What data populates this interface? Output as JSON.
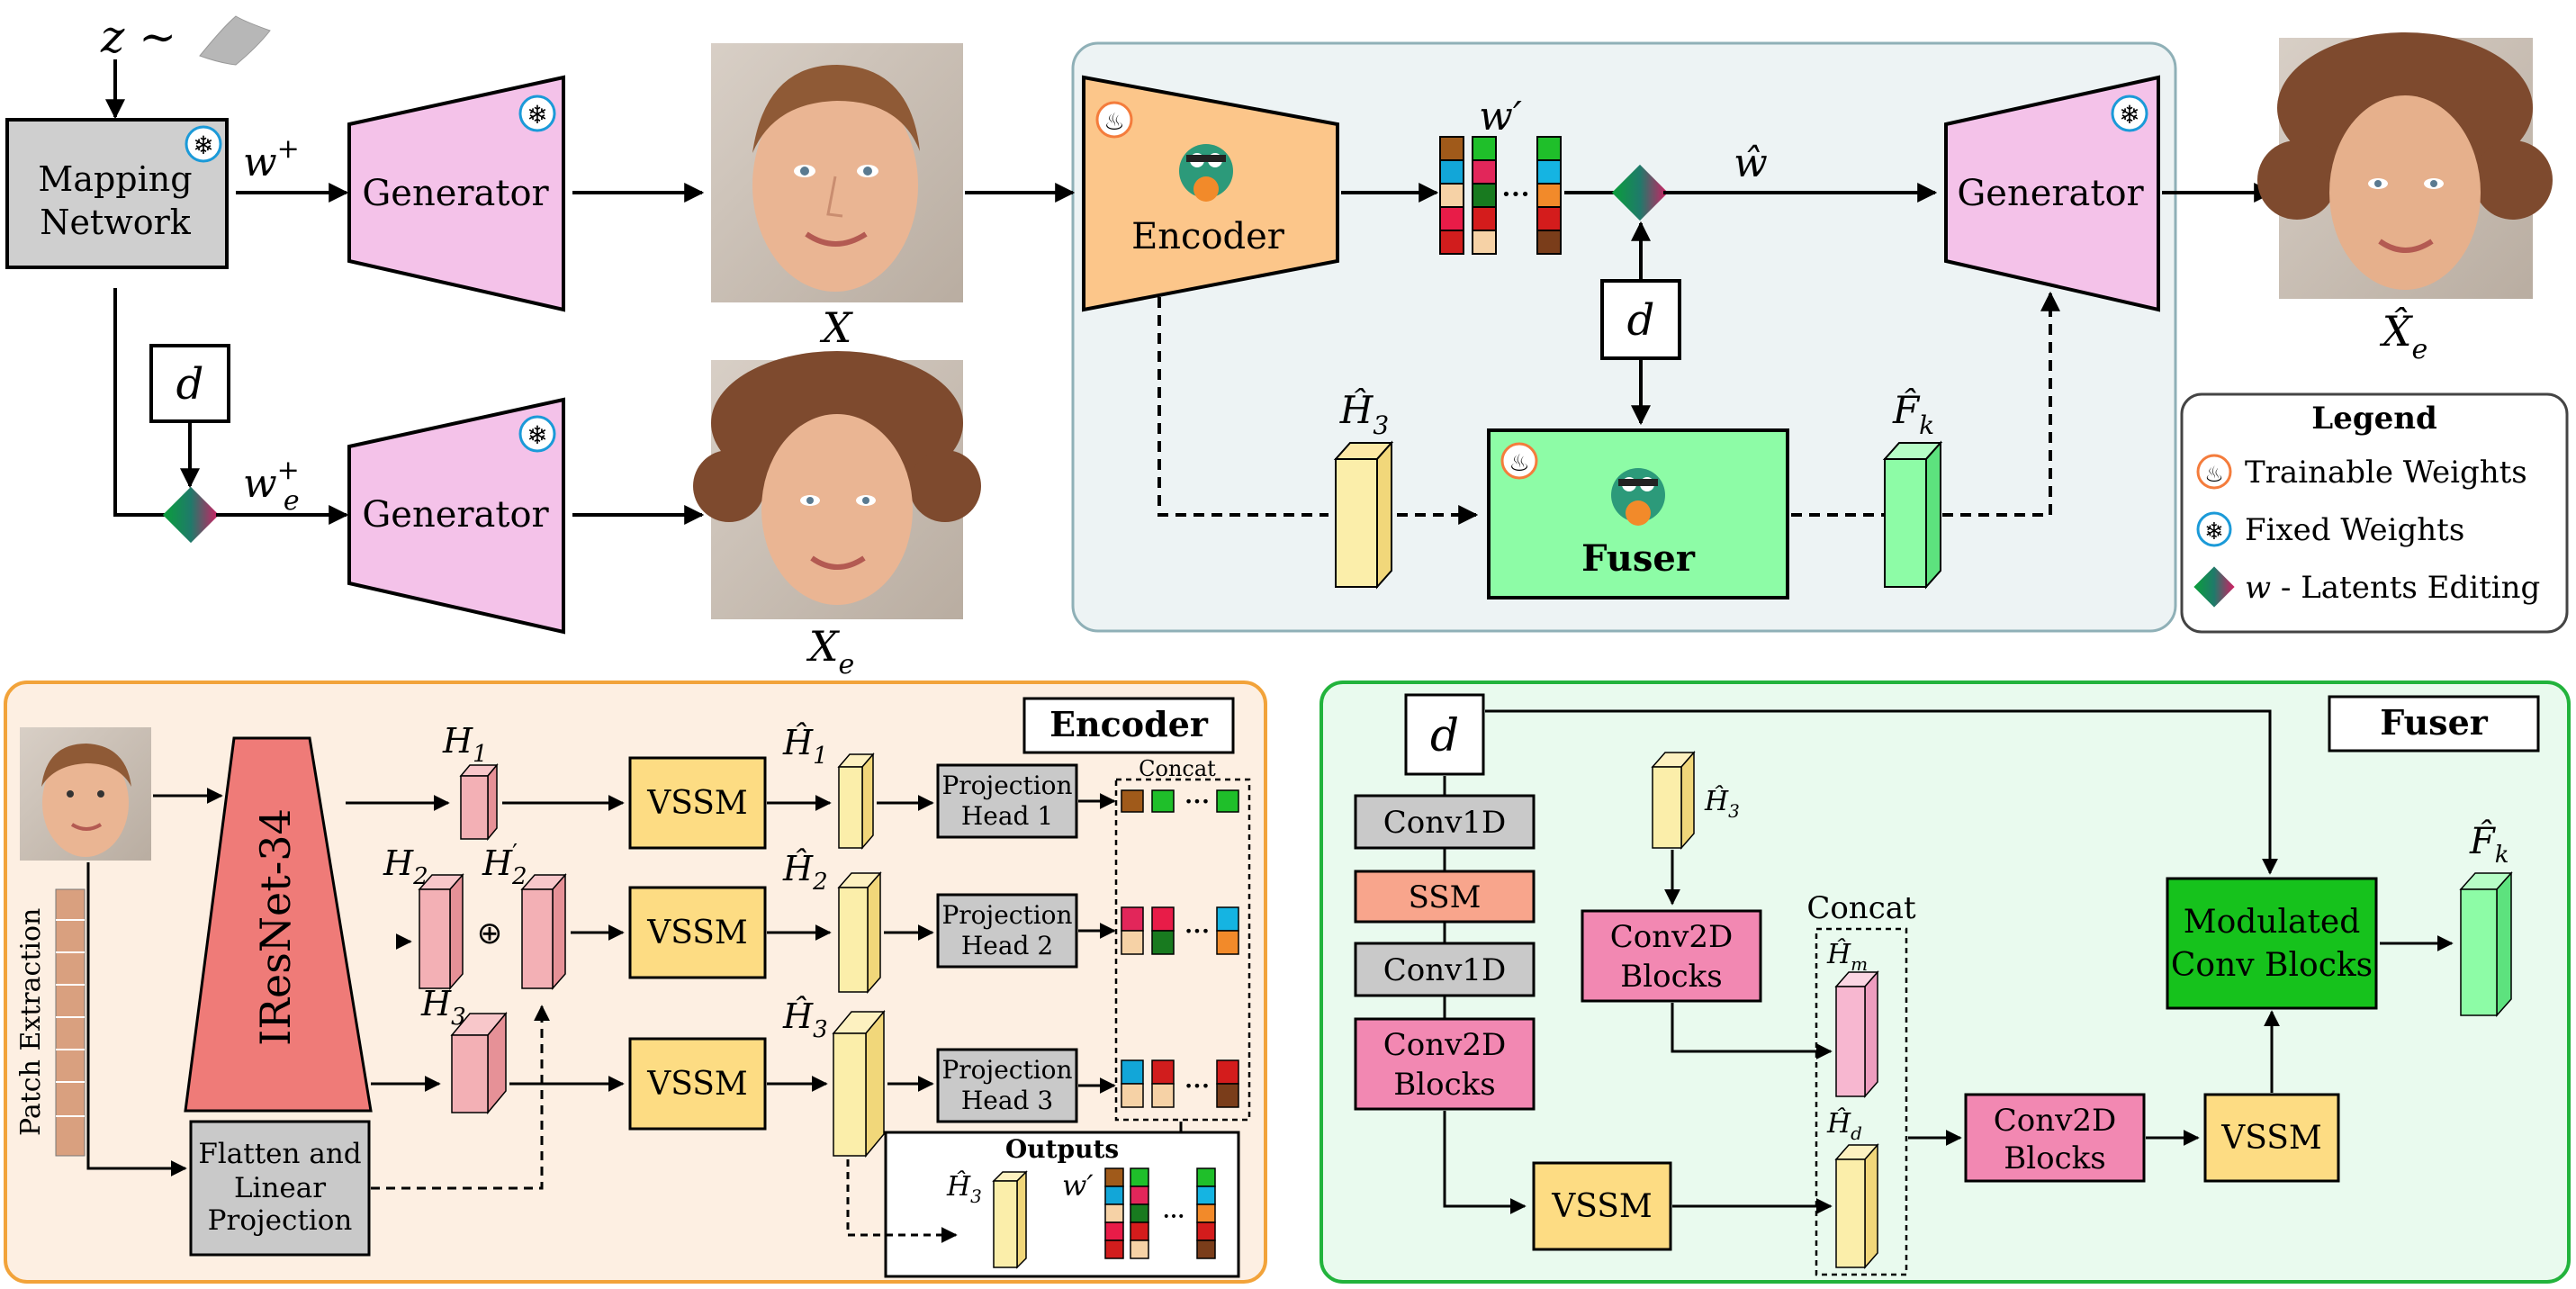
{
  "colors": {
    "generator": "#f4c2e9",
    "encoder": "#fcc68a",
    "fuser": "#8dfca6",
    "mapping": "#cfcfcf",
    "vssm": "#fddc83",
    "projection": "#c9c9c9",
    "conv2d": "#f288b2",
    "ssm": "#f8a58c",
    "iresnet": "#ef7b78",
    "modulated": "#16c21c",
    "pipeline_panel": "#edf3f4",
    "encoder_panel": "#fdefe2",
    "fuser_panel": "#e9faee",
    "feature_yellow": "#fbeeaa",
    "feature_green": "#8dfca6",
    "feature_pink": "#f3b0b5"
  },
  "top": {
    "noise": "z ∼",
    "mapping_line1": "Mapping",
    "mapping_line2": "Network",
    "w_plus": "w",
    "w_plus_sup": "+",
    "w_e_plus": "w",
    "w_e_sub": "e",
    "w_e_sup": "+",
    "d_label": "d",
    "generator_label": "Generator",
    "x_label": "X",
    "xe_label": "X",
    "xe_sub": "e",
    "encoder_label": "Encoder",
    "w_prime": "w′",
    "w_hat": "ŵ",
    "d_mid": "d",
    "h3_hat": "Ĥ",
    "h3_sub": "3",
    "fk_hat": "F̂",
    "fk_sub": "k",
    "fuser_label": "Fuser",
    "out_label": "X̂",
    "out_sub": "e"
  },
  "legend": {
    "title": "Legend",
    "trainable": "Trainable Weights",
    "fixed": "Fixed Weights",
    "editing_w": "w",
    "editing": " - Latents Editing"
  },
  "encoder_detail": {
    "title": "Encoder",
    "backbone": "IResNet-34",
    "patch": "Patch Extraction",
    "flatten_line1": "Flatten and",
    "flatten_line2": "Linear",
    "flatten_line3": "Projection",
    "h1": "H",
    "h1_sub": "1",
    "h2": "H",
    "h2_sub": "2",
    "h2p": "H",
    "h2p_sub": "2",
    "h2p_sup": "′",
    "h3": "H",
    "h3_sub": "3",
    "plus": "⊕",
    "vssm": "VSSM",
    "hh1": "Ĥ",
    "hh1_sub": "1",
    "hh2": "Ĥ",
    "hh2_sub": "2",
    "hh3": "Ĥ",
    "hh3_sub": "3",
    "proj_top": "Projection",
    "proj1": "Head 1",
    "proj2": "Head 2",
    "proj3": "Head 3",
    "concat": "Concat",
    "outputs": "Outputs",
    "out_h3": "Ĥ",
    "out_h3_sub": "3",
    "out_w": "w′",
    "dots": "•••"
  },
  "fuser_detail": {
    "title": "Fuser",
    "d": "d",
    "conv1d_a": "Conv1D",
    "ssm": "SSM",
    "conv1d_b": "Conv1D",
    "conv2d_line1": "Conv2D",
    "conv2d_line2": "Blocks",
    "h3_hat": "Ĥ",
    "h3_sub": "3",
    "concat": "Concat",
    "hm": "Ĥ",
    "hm_sub": "m",
    "hd": "Ĥ",
    "hd_sub": "d",
    "vssm": "VSSM",
    "mod_line1": "Modulated",
    "mod_line2": "Conv Blocks",
    "fk": "F̂",
    "fk_sub": "k"
  }
}
